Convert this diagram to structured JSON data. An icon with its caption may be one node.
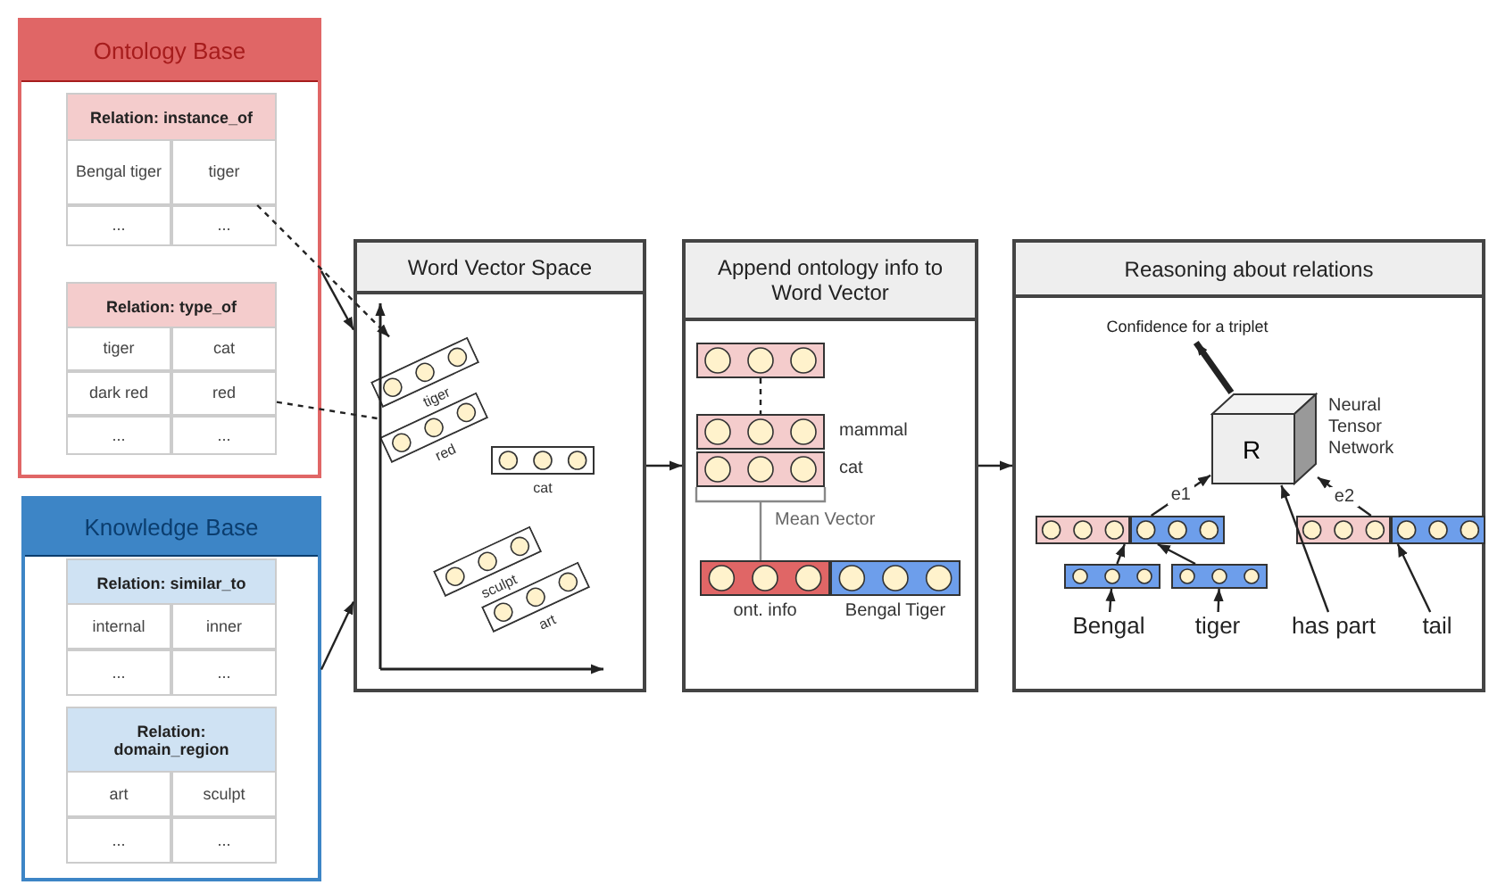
{
  "diagram": {
    "nodes": [
      {
        "text": [
          "Ontology Base"
        ]
      },
      {
        "text": [
          "Relation: instance_of"
        ],
        "in": 0
      },
      {
        "text": [
          "Bengal tiger"
        ],
        "in": 1
      },
      {
        "text": [
          "tiger"
        ],
        "in": 1
      },
      {
        "text": [
          "..."
        ],
        "in": 1
      },
      {
        "text": [
          "..."
        ],
        "in": 1
      },
      {
        "text": [
          "Relation: type_of"
        ],
        "in": 0
      },
      {
        "text": [
          "tiger"
        ],
        "in": 6
      },
      {
        "text": [
          "cat"
        ],
        "in": 6
      },
      {
        "text": [
          "dark red"
        ],
        "in": 6
      },
      {
        "text": [
          "red"
        ],
        "in": 6
      },
      {
        "text": [
          "..."
        ],
        "in": 6
      },
      {
        "text": [
          "..."
        ],
        "in": 6
      },
      {
        "text": [
          "Knowledge Base"
        ]
      },
      {
        "text": [
          "Relation: similar_to"
        ],
        "in": 13
      },
      {
        "text": [
          "internal"
        ],
        "in": 14
      },
      {
        "text": [
          "inner"
        ],
        "in": 14
      },
      {
        "text": [
          "..."
        ],
        "in": 14
      },
      {
        "text": [
          "..."
        ],
        "in": 14
      },
      {
        "text": [
          "Relation: domain_region"
        ],
        "in": 13
      },
      {
        "text": [
          "art"
        ],
        "in": 19
      },
      {
        "text": [
          "sculpt"
        ],
        "in": 19
      },
      {
        "text": [
          "..."
        ],
        "in": 19
      },
      {
        "text": [
          "..."
        ],
        "in": 19
      },
      {
        "text": [
          "Word Vector Space"
        ]
      },
      {
        "text": [
          "tiger"
        ],
        "in": 24
      },
      {
        "text": [
          "red"
        ],
        "in": 24
      },
      {
        "text": [
          "cat"
        ],
        "in": 24
      },
      {
        "text": [
          "sculpt"
        ],
        "in": 24
      },
      {
        "text": [
          "art"
        ],
        "in": 24
      },
      {
        "text": [
          "Append ontology info to Word Vector"
        ]
      },
      {
        "text": [],
        "shape": "bar",
        "in": 30
      },
      {
        "text": [
          "mammal"
        ],
        "in": 30
      },
      {
        "text": [
          "cat"
        ],
        "in": 30
      },
      {
        "text": [
          "ont. info"
        ],
        "in": 30
      },
      {
        "text": [
          "Bengal Tiger"
        ],
        "in": 30
      },
      {
        "text": [
          "Reasoning about relations"
        ]
      },
      {
        "text": [
          "Confidence for a triplet"
        ],
        "in": 36
      },
      {
        "text": [
          "R"
        ],
        "beside": [
          "Neural Tensor Network"
        ],
        "in": 36
      },
      {
        "text": [],
        "shape": "bar",
        "in": 36
      },
      {
        "text": [],
        "shape": "bar",
        "in": 36
      },
      {
        "text": [],
        "shape": "bar",
        "in": 36
      },
      {
        "text": [],
        "shape": "bar",
        "in": 36
      },
      {
        "text": [
          "Bengal"
        ],
        "in": 36
      },
      {
        "text": [
          "tiger"
        ],
        "in": 36
      },
      {
        "text": [
          "has part"
        ],
        "in": 36
      },
      {
        "text": [
          "tail"
        ],
        "in": 36
      }
    ],
    "edges": [
      {
        "from": 0,
        "to": 24,
        "arrow": "to"
      },
      {
        "from": 13,
        "to": 24,
        "arrow": "to"
      },
      {
        "from": 3,
        "to": 25,
        "arrow": "to",
        "style": "dashed"
      },
      {
        "from": 10,
        "to": 26,
        "arrow": "none",
        "style": "dashed"
      },
      {
        "from": 24,
        "to": 30,
        "arrow": "to"
      },
      {
        "from": 30,
        "to": 36,
        "arrow": "to"
      },
      {
        "from": 31,
        "to": 32,
        "arrow": "none",
        "style": "dashed"
      },
      {
        "from": 33,
        "to": 34,
        "arrow": "none",
        "label": "Mean Vector",
        "color": "#888888"
      },
      {
        "from": 38,
        "to": 37,
        "arrow": "to",
        "style": "thick"
      },
      {
        "from": 39,
        "to": 38,
        "arrow": "to",
        "label": "e1"
      },
      {
        "from": 40,
        "to": 38,
        "arrow": "to",
        "label": "e2"
      },
      {
        "from": 45,
        "to": 38,
        "arrow": "to"
      },
      {
        "from": 41,
        "to": 39,
        "arrow": "to"
      },
      {
        "from": 42,
        "to": 39,
        "arrow": "to"
      },
      {
        "from": 43,
        "to": 41,
        "arrow": "to"
      },
      {
        "from": 44,
        "to": 42,
        "arrow": "to"
      },
      {
        "from": 46,
        "to": 40,
        "arrow": "to"
      }
    ]
  }
}
